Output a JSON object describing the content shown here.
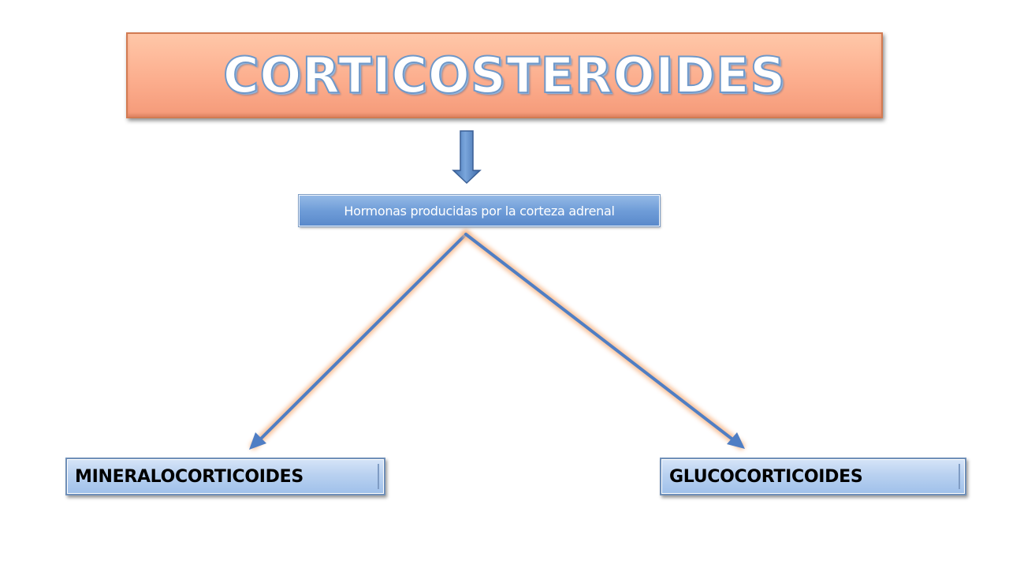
{
  "title": "CORTICOSTEROIDES",
  "subtitle": "Hormonas producidas por la corteza adrenal",
  "branches": {
    "left": "MINERALOCORTICOIDES",
    "right": "GLUCOCORTICOIDES"
  },
  "colors": {
    "title_fill": "#fcae8e",
    "title_border": "#d27b52",
    "title_text_outline": "#6f98c9",
    "subtitle_fill": "#6f9dd8",
    "leaf_fill": "#b9d1f0",
    "arrow_blue": "#4f7ec4",
    "arrow_glow": "#f7b98c"
  }
}
